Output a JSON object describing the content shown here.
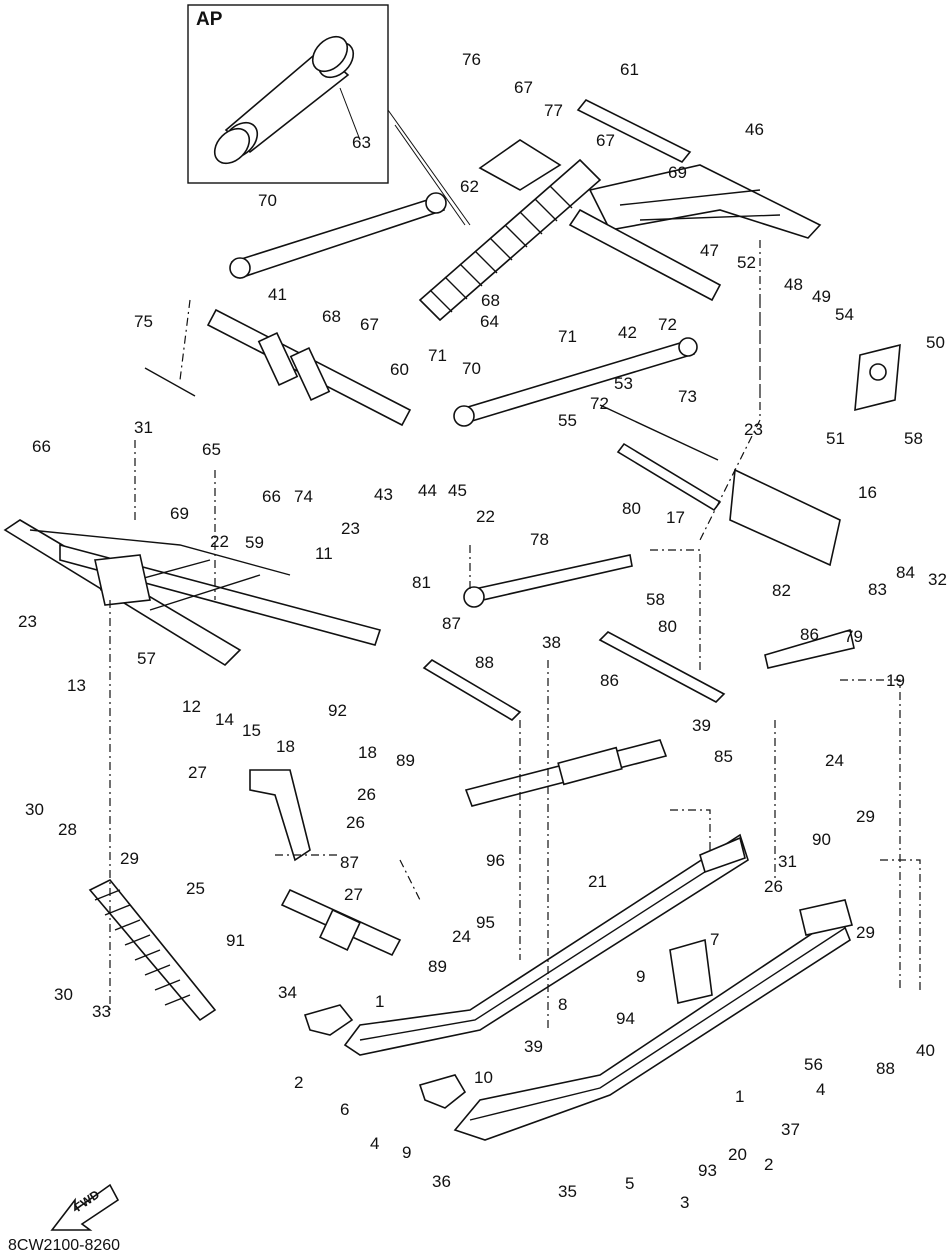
{
  "inset_label": "AP",
  "forward_label": "FWD",
  "diagram_code": "8CW2100-8260",
  "callouts": [
    "76",
    "67",
    "77",
    "61",
    "67",
    "69",
    "46",
    "63",
    "70",
    "62",
    "47",
    "52",
    "48",
    "49",
    "54",
    "50",
    "41",
    "68",
    "67",
    "68",
    "64",
    "75",
    "71",
    "70",
    "71",
    "72",
    "73",
    "42",
    "60",
    "53",
    "51",
    "58",
    "72",
    "55",
    "23",
    "31",
    "66",
    "65",
    "66",
    "74",
    "43",
    "44",
    "45",
    "22",
    "69",
    "23",
    "22",
    "59",
    "16",
    "11",
    "23",
    "57",
    "80",
    "17",
    "78",
    "81",
    "58",
    "82",
    "83",
    "84",
    "32",
    "13",
    "12",
    "14",
    "15",
    "18",
    "92",
    "87",
    "88",
    "38",
    "80",
    "79",
    "86",
    "86",
    "19",
    "18",
    "89",
    "39",
    "85",
    "24",
    "27",
    "26",
    "26",
    "87",
    "96",
    "29",
    "30",
    "28",
    "29",
    "25",
    "27",
    "95",
    "90",
    "31",
    "91",
    "26",
    "24",
    "89",
    "29",
    "30",
    "33",
    "34",
    "1",
    "21",
    "8",
    "7",
    "9",
    "94",
    "39",
    "56",
    "88",
    "40",
    "4",
    "2",
    "6",
    "4",
    "9",
    "1",
    "10",
    "37",
    "5",
    "36",
    "93",
    "20",
    "2",
    "35",
    "3"
  ]
}
